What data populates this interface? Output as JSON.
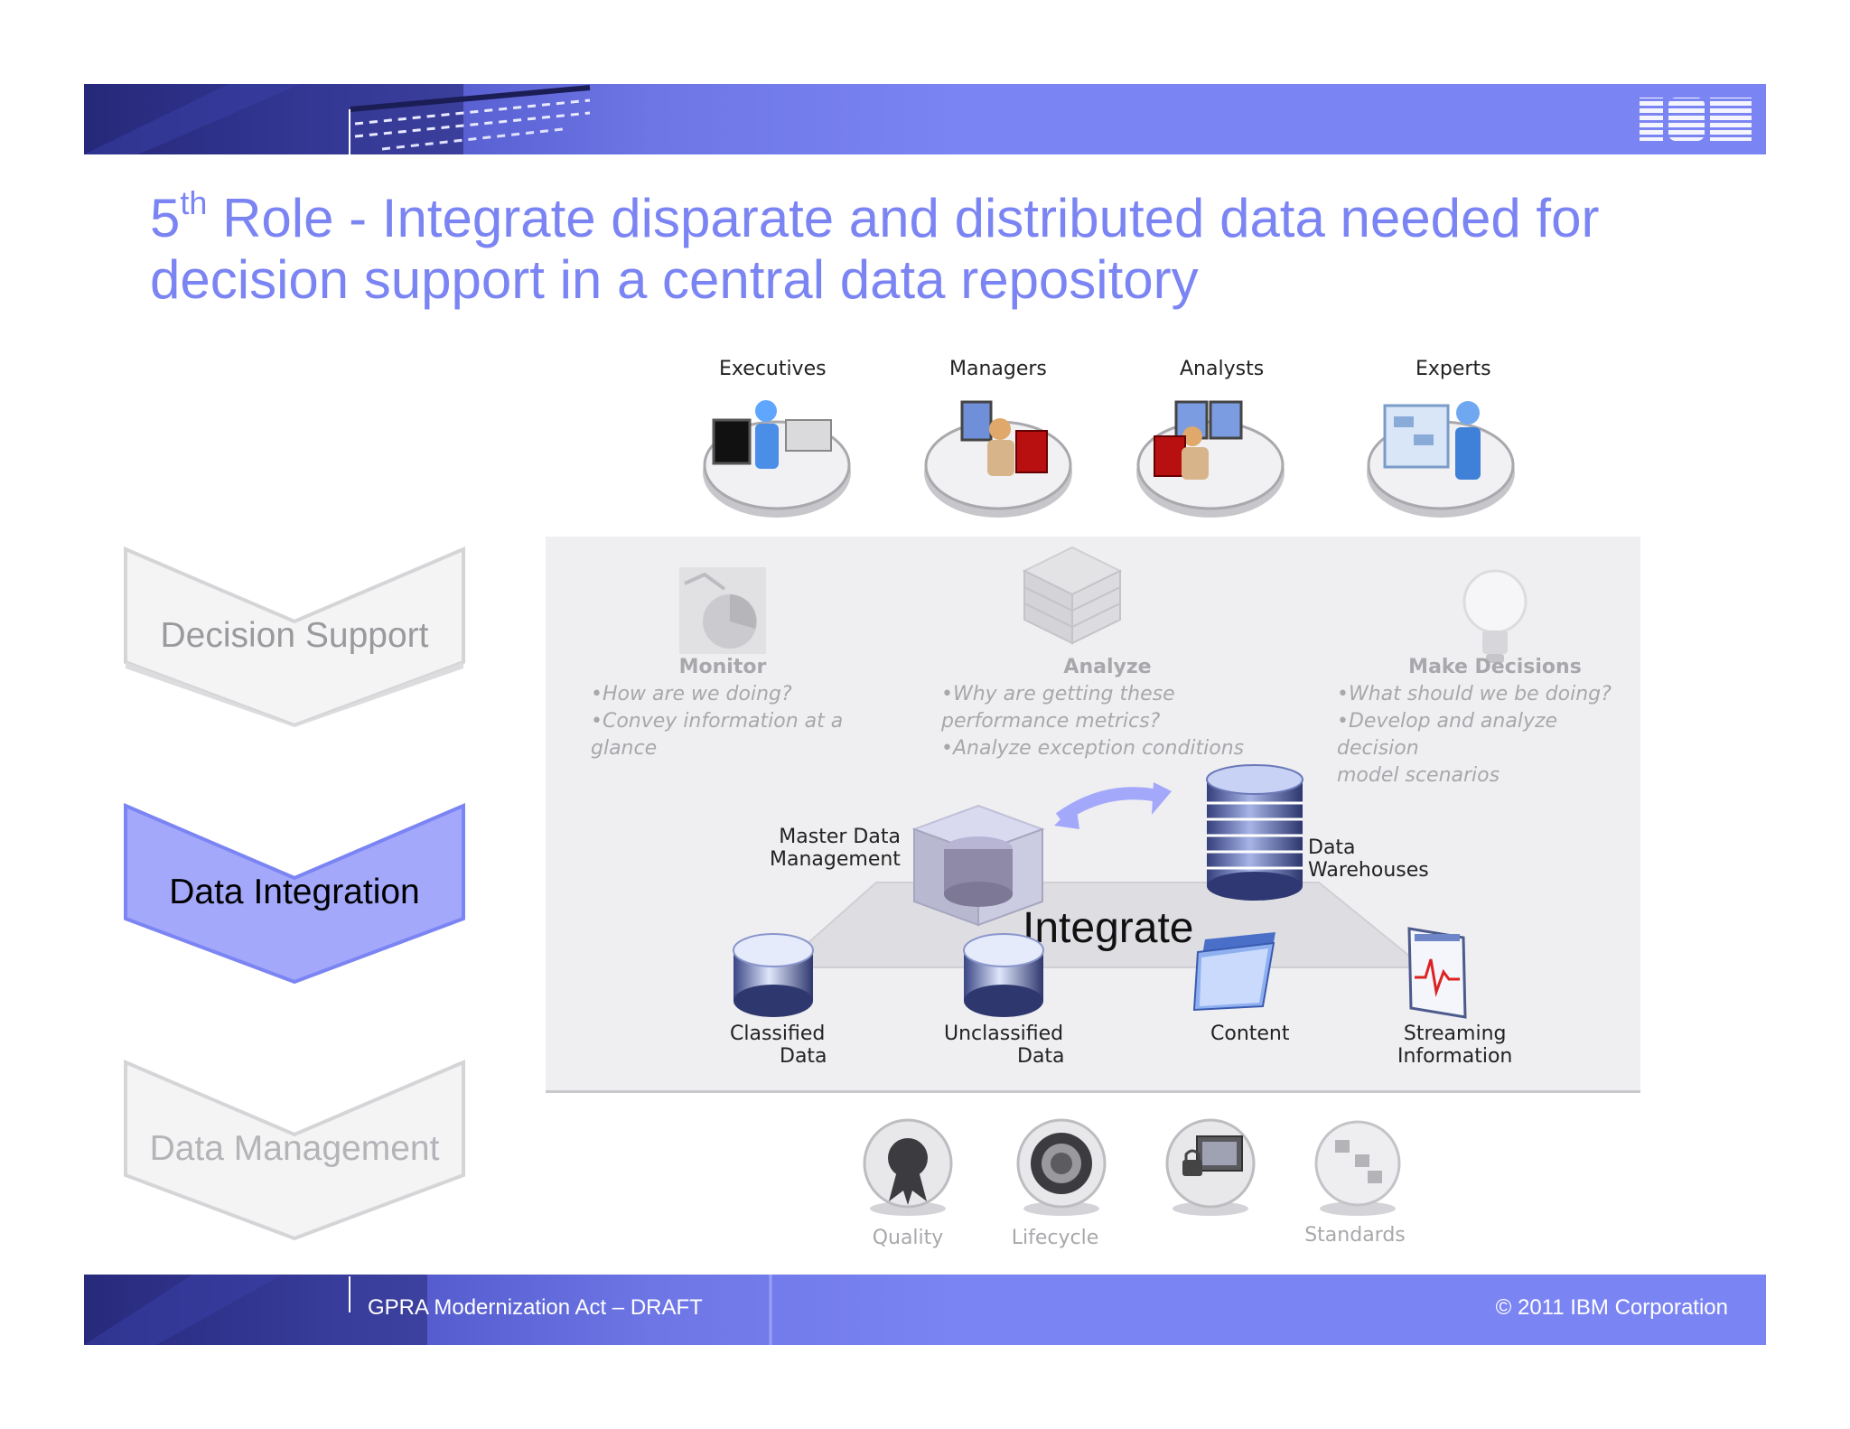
{
  "header": {
    "logo_text": "IBM",
    "title_lead": "5",
    "title_sup": "th",
    "title_rest": " Role - Integrate disparate and distributed data needed for decision support in a central data repository"
  },
  "roles": {
    "decision_support": "Decision Support",
    "data_integration": "Data Integration",
    "data_management": "Data Management"
  },
  "people": {
    "executives": "Executives",
    "managers": "Managers",
    "analysts": "Analysts",
    "experts": "Experts"
  },
  "decision_activities": {
    "monitor": {
      "title": "Monitor",
      "lines": [
        "•How are we doing?",
        "•Convey information at a",
        "glance"
      ]
    },
    "analyze": {
      "title": "Analyze",
      "lines": [
        "•Why are getting  these",
        "performance metrics?",
        "•Analyze exception conditions"
      ]
    },
    "make_decisions": {
      "title": "Make Decisions",
      "lines": [
        "•What should we be doing?",
        "•Develop and analyze decision",
        "model scenarios"
      ]
    }
  },
  "integration": {
    "center_label": "Integrate",
    "master_data": [
      "Master Data",
      "Management"
    ],
    "data_warehouses": [
      "Data",
      "Warehouses"
    ],
    "classified": [
      "Classified",
      "Data"
    ],
    "unclassified": [
      "Unclassified",
      "Data"
    ],
    "content": "Content",
    "streaming": [
      "Streaming",
      "Information"
    ]
  },
  "management": {
    "quality": "Quality",
    "lifecycle": "Lifecycle",
    "standards": "Standards"
  },
  "footer": {
    "left_text": "GPRA Modernization Act – DRAFT",
    "right_text": "© 2011 IBM Corporation"
  },
  "colors": {
    "accent": "#7b84f3",
    "active_chevron": "#a3a8fb",
    "faded_text": "#a8a8ac",
    "panel": "#efeff1"
  }
}
